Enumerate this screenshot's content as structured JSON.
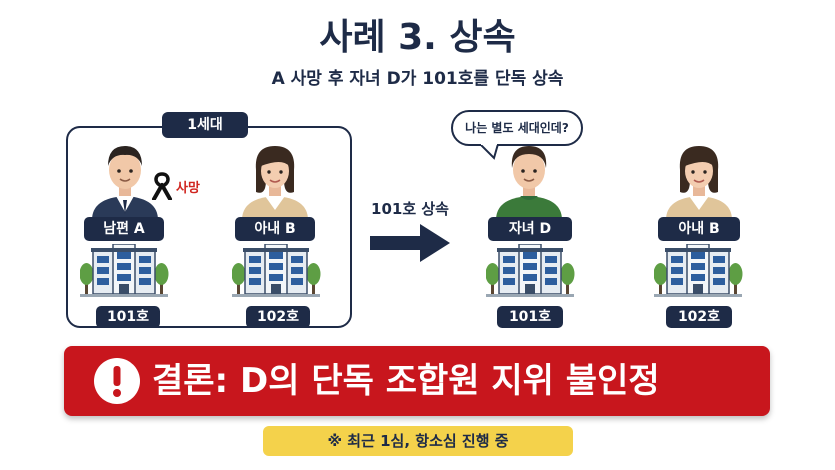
{
  "header": {
    "title": "사례 3. 상속",
    "subtitle": "A 사망 후 자녀 D가 101호를 단독 상속"
  },
  "generation": {
    "label": "1세대"
  },
  "left": {
    "person_a": "남편 A",
    "death_mark": "사망",
    "person_b": "아내 B",
    "unit_a": "101호",
    "unit_b": "102호"
  },
  "transfer": {
    "label": "101호 상속"
  },
  "right": {
    "speech": "나는 별도 세대인데?",
    "person_d": "자녀 D",
    "person_b": "아내 B",
    "unit_d": "101호",
    "unit_b": "102호"
  },
  "conclusion": {
    "icon": "exclamation-icon",
    "text": "결론: D의 단독 조합원 지위 불인정"
  },
  "note": {
    "text": "※ 최근 1심, 항소심 진행 중"
  },
  "colors": {
    "navy": "#1e2b47",
    "red": "#c8161d",
    "yellow": "#f4d24b",
    "green": "#2f6b3a"
  }
}
